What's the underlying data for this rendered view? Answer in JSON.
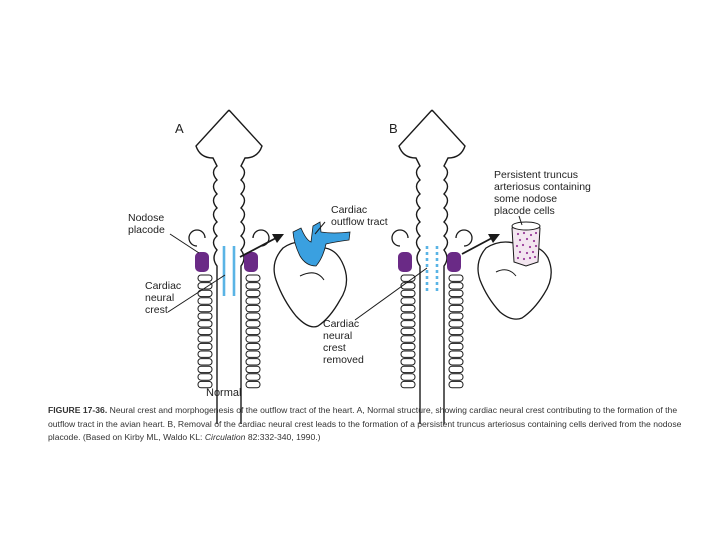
{
  "colors": {
    "neural_crest": "#5ab4e5",
    "outflow": "#3aa0e0",
    "placode": "#6a2a86",
    "placode_dots": "#9a3d9a",
    "line": "#1a1a1a"
  },
  "panels": {
    "a": "A",
    "b": "B"
  },
  "labels": {
    "nodose_placode": "Nodose\nplacode",
    "cardiac_outflow_tract": "Cardiac\noutflow tract",
    "cardiac_neural_crest": "Cardiac\nneural\ncrest",
    "normal": "Normal",
    "cardiac_neural_crest_removed": "Cardiac\nneural\ncrest\nremoved",
    "persistent_truncus": "Persistent truncus\narteriosus containing\nsome nodose\nplacode cells"
  },
  "caption": {
    "figure_number": "FIGURE 17-36.",
    "text_before_journal": "Neural crest and morphogenesis of the outflow tract of the heart. A, Normal structure, showing cardiac neural crest contributing to the formation of the outflow tract in the avian heart. B, Removal of the cardiac neural crest leads to the formation of a persistent truncus arteriosus containing cells derived from the nodose placode. (Based on Kirby ML, Waldo KL: ",
    "journal": "Circulation",
    "text_after_journal": " 82:332-340, 1990.)"
  }
}
